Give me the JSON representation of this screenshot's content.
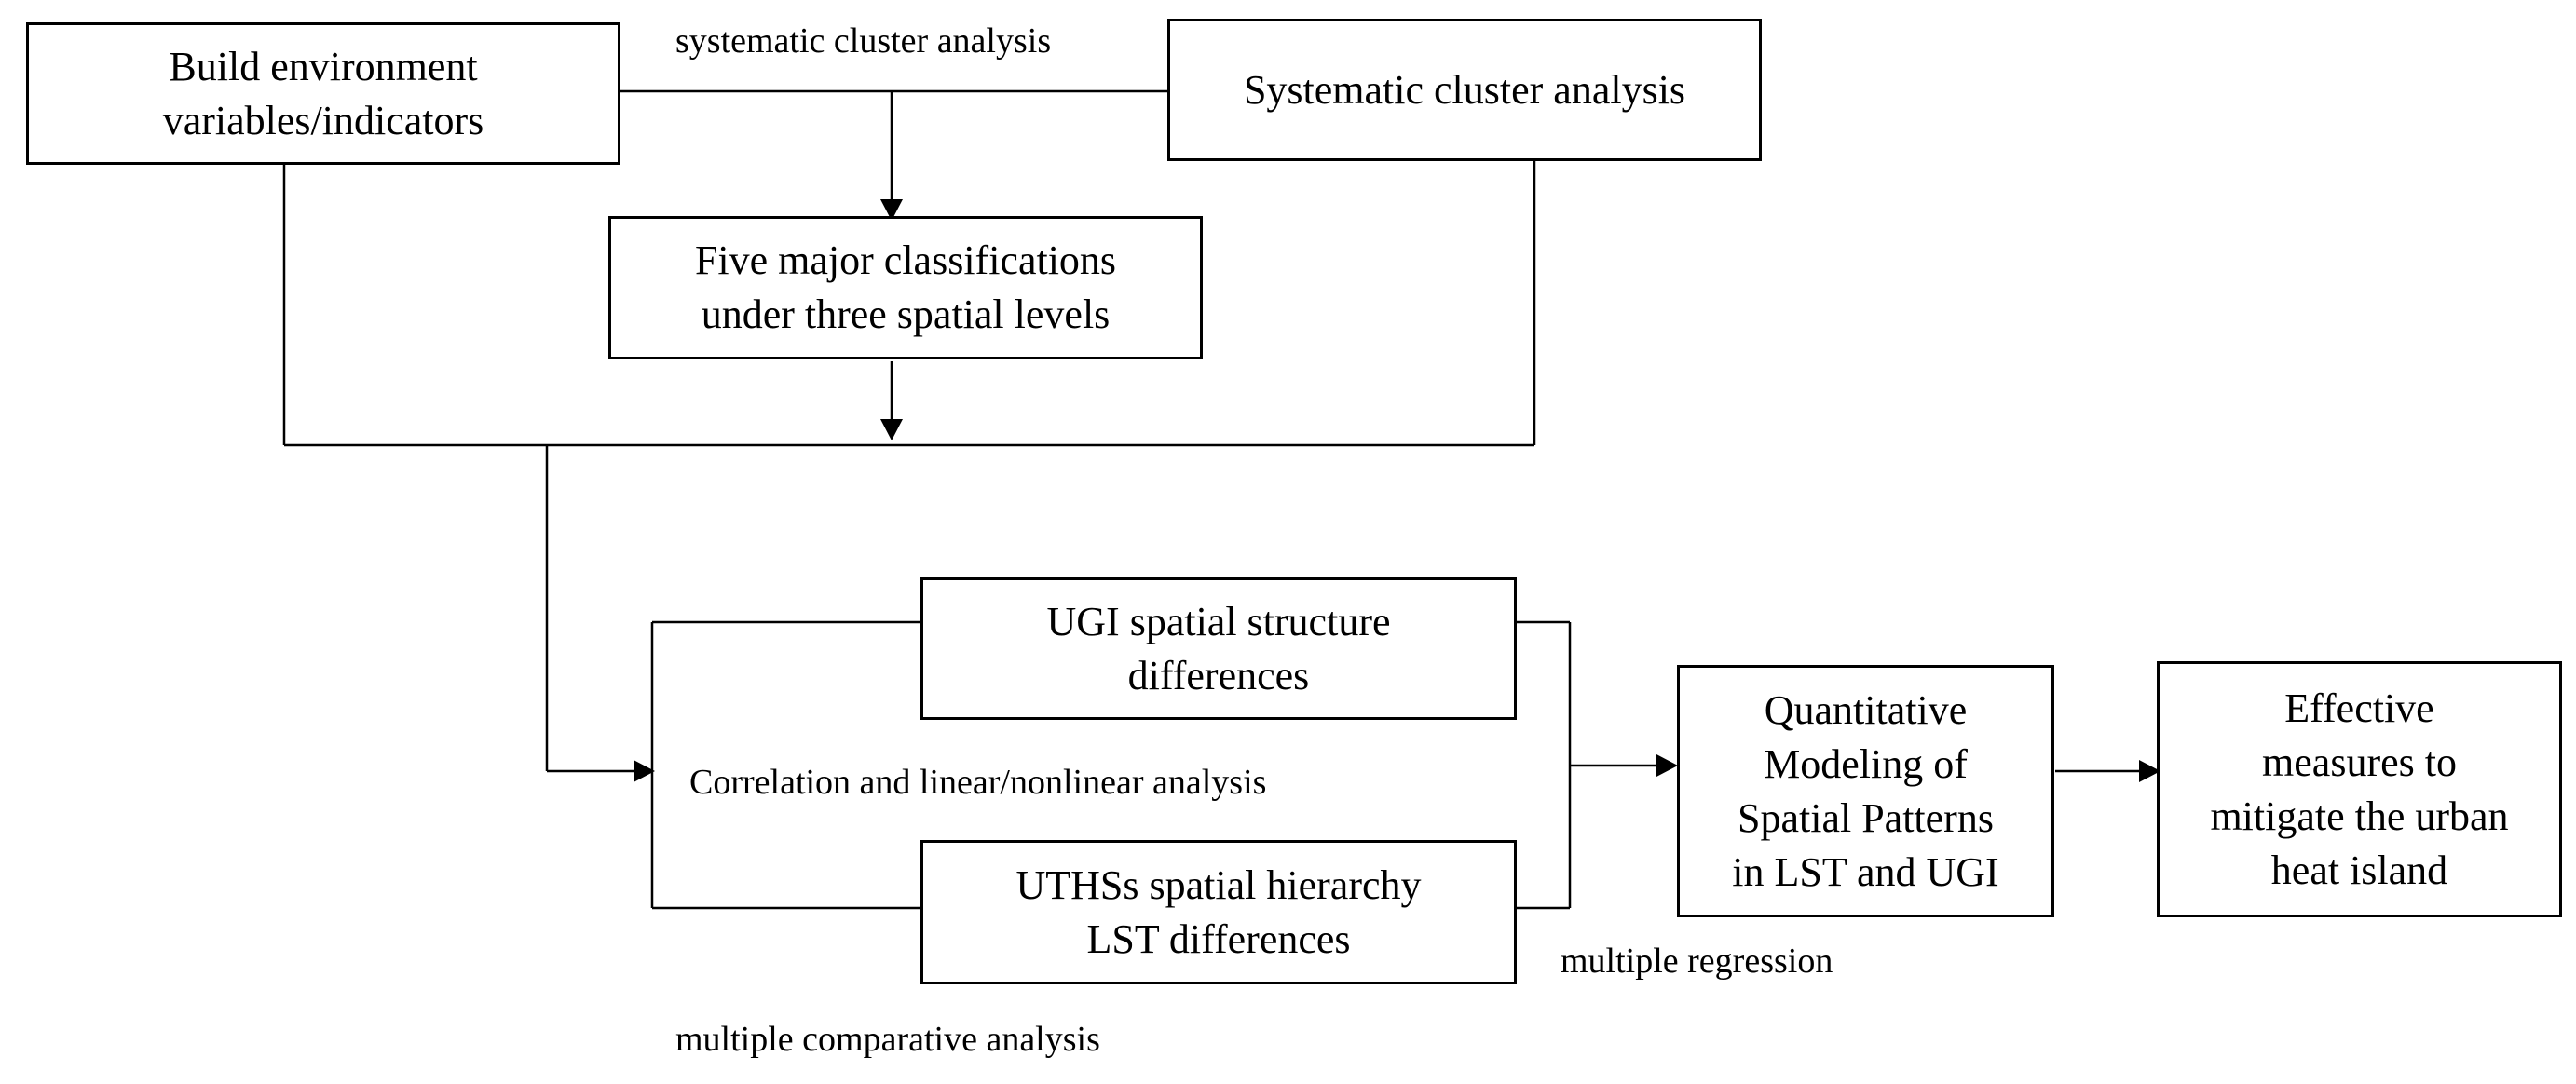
{
  "boxes": {
    "build_env": "Build environment\nvariables/indicators",
    "cluster": "Systematic cluster analysis",
    "five_class": "Five major classifications\nunder three spatial levels",
    "ugi": "UGI spatial structure\ndifferences",
    "uthss": "UTHSs spatial hierarchy\nLST differences",
    "quant": "Quantitative\nModeling of\nSpatial Patterns\nin LST and UGI",
    "effective": "Effective\nmeasures to\nmitigate the urban\nheat island"
  },
  "labels": {
    "cluster_top": "systematic cluster analysis",
    "correlation": "Correlation and linear/nonlinear analysis",
    "multiple_regression": "multiple regression",
    "comparative": "multiple comparative analysis"
  },
  "colors": {
    "line": "#000000",
    "background": "#ffffff"
  }
}
